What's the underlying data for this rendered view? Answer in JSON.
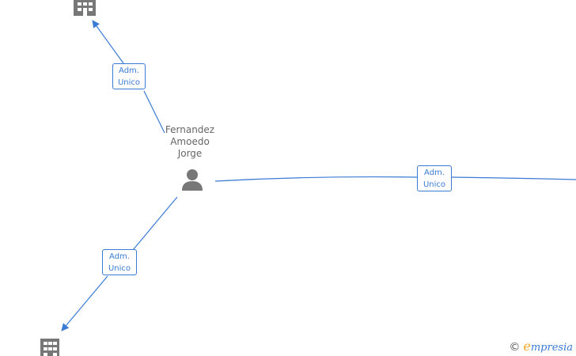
{
  "person": {
    "name_lines": [
      "Fernandez",
      "Amoedo",
      "Jorge"
    ],
    "icon": "person-icon"
  },
  "companies": [
    {
      "id": "company-top",
      "icon": "building-icon"
    },
    {
      "id": "company-bottom-left",
      "icon": "building-icon"
    },
    {
      "id": "company-right",
      "icon": "building-icon"
    }
  ],
  "relations": [
    {
      "to": "company-top",
      "label_lines": [
        "Adm.",
        "Unico"
      ]
    },
    {
      "to": "company-right",
      "label_lines": [
        "Adm.",
        "Unico"
      ]
    },
    {
      "to": "company-bottom-left",
      "label_lines": [
        "Adm.",
        "Unico"
      ]
    }
  ],
  "watermark": {
    "copyright_symbol": "©",
    "brand_first_letter": "e",
    "brand_rest": "mpresia"
  },
  "colors": {
    "edge": "#3a7bd5",
    "node_icon": "#777777",
    "label_text": "#666666",
    "brand_accent": "#f5a623"
  }
}
